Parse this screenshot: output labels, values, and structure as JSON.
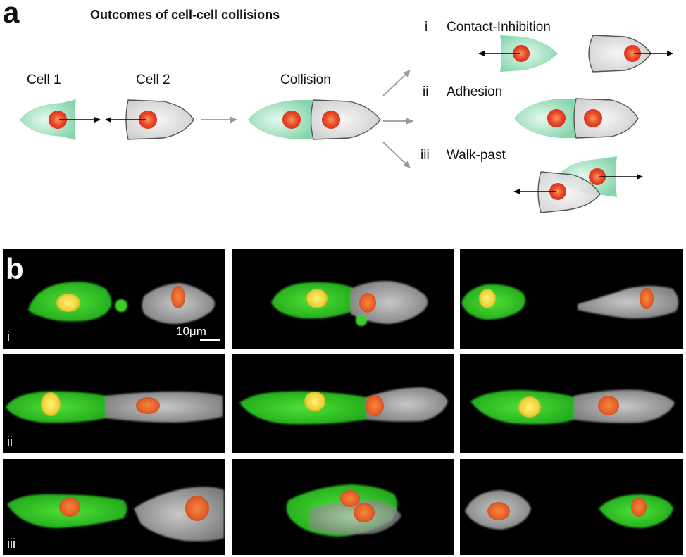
{
  "panel_a": {
    "letter": "a",
    "title": "Outcomes of cell-cell collisions",
    "cell1_label": "Cell 1",
    "cell2_label": "Cell 2",
    "collision_label": "Collision",
    "outcomes": [
      {
        "numeral": "i",
        "label": "Contact-Inhibition"
      },
      {
        "numeral": "ii",
        "label": "Adhesion"
      },
      {
        "numeral": "iii",
        "label": "Walk-past"
      }
    ],
    "colors": {
      "green_cell": "#8fd9b4",
      "grey_cell": "#d9d9d9",
      "nucleus": "#e8442c",
      "arrow_grey": "#a0a0a0"
    }
  },
  "panel_b": {
    "letter": "b",
    "rows": [
      {
        "numeral": "i"
      },
      {
        "numeral": "ii"
      },
      {
        "numeral": "iii"
      }
    ],
    "scale_bar_label": "10μm",
    "colors": {
      "background": "#000000",
      "gfp_cell": "#3ccc2a",
      "brightfield_cell": "#a8a8a8",
      "nucleus_yellow": "#f2e23a",
      "nucleus_orange": "#e8622a"
    }
  }
}
